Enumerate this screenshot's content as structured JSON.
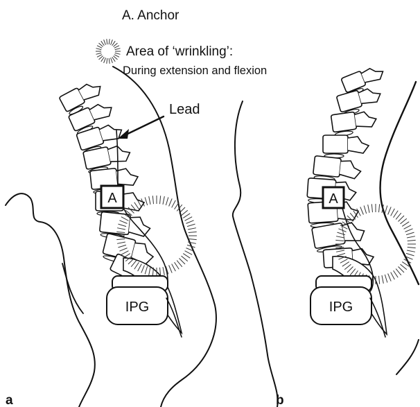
{
  "legend": {
    "anchor_label": "A. Anchor",
    "wrinkle_label": "Area of ‘wrinkling’:",
    "wrinkle_sublabel": "During extension and flexion"
  },
  "annotations": {
    "lead_label": "Lead",
    "anchor_marker": "A",
    "ipg_label": "IPG"
  },
  "panels": [
    {
      "id": "a",
      "label": "a",
      "anchor_marker": "A",
      "ipg_label": "IPG"
    },
    {
      "id": "b",
      "label": "b",
      "anchor_marker": "A",
      "ipg_label": "IPG"
    }
  ],
  "colors": {
    "ink": "#111111",
    "background": "#ffffff"
  }
}
